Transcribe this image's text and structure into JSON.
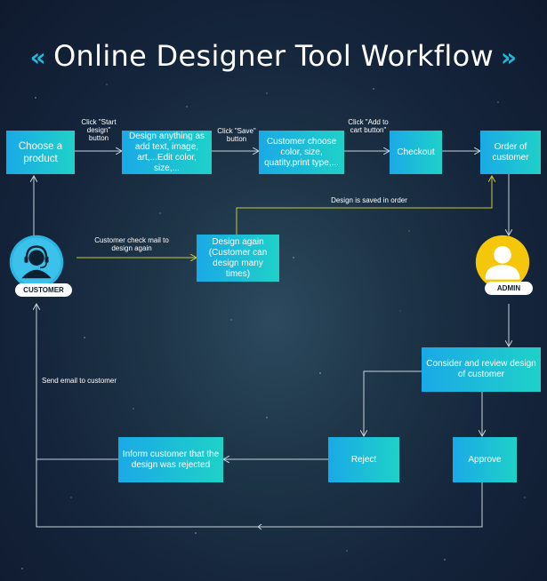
{
  "title": "Online Designer Tool Workflow",
  "colors": {
    "box_start": "#1aa9e6",
    "box_end": "#1fd1c8",
    "connector": "#c8d2dc",
    "highlight_connector": "#c9c93a",
    "customer_avatar": "#2bb5e3",
    "admin_avatar": "#f5c70a"
  },
  "nodes": {
    "choose_product": "Choose a product",
    "design": "Design  anything as add text, image, art,...Edit color, size,...",
    "customer_choose": "Customer choose color, size, quatity,print type,...",
    "checkout": "Checkout",
    "order": "Order of customer",
    "design_again": "Design again (Customer can design many times)",
    "consider": "Consider and review design of customer",
    "reject": "Reject",
    "approve": "Approve",
    "inform": "Inform customer that the design was rejected"
  },
  "actors": {
    "customer": "CUSTOMER",
    "admin": "ADMIN"
  },
  "labels": {
    "click_start": "Click \"Start design\" button",
    "click_save": "Click \"Save\" button",
    "click_add": "Click \"Add to cart button\"",
    "saved_in_order": "Design is saved in order",
    "check_mail": "Customer check mail to design again",
    "send_email": "Send email to  customer"
  }
}
